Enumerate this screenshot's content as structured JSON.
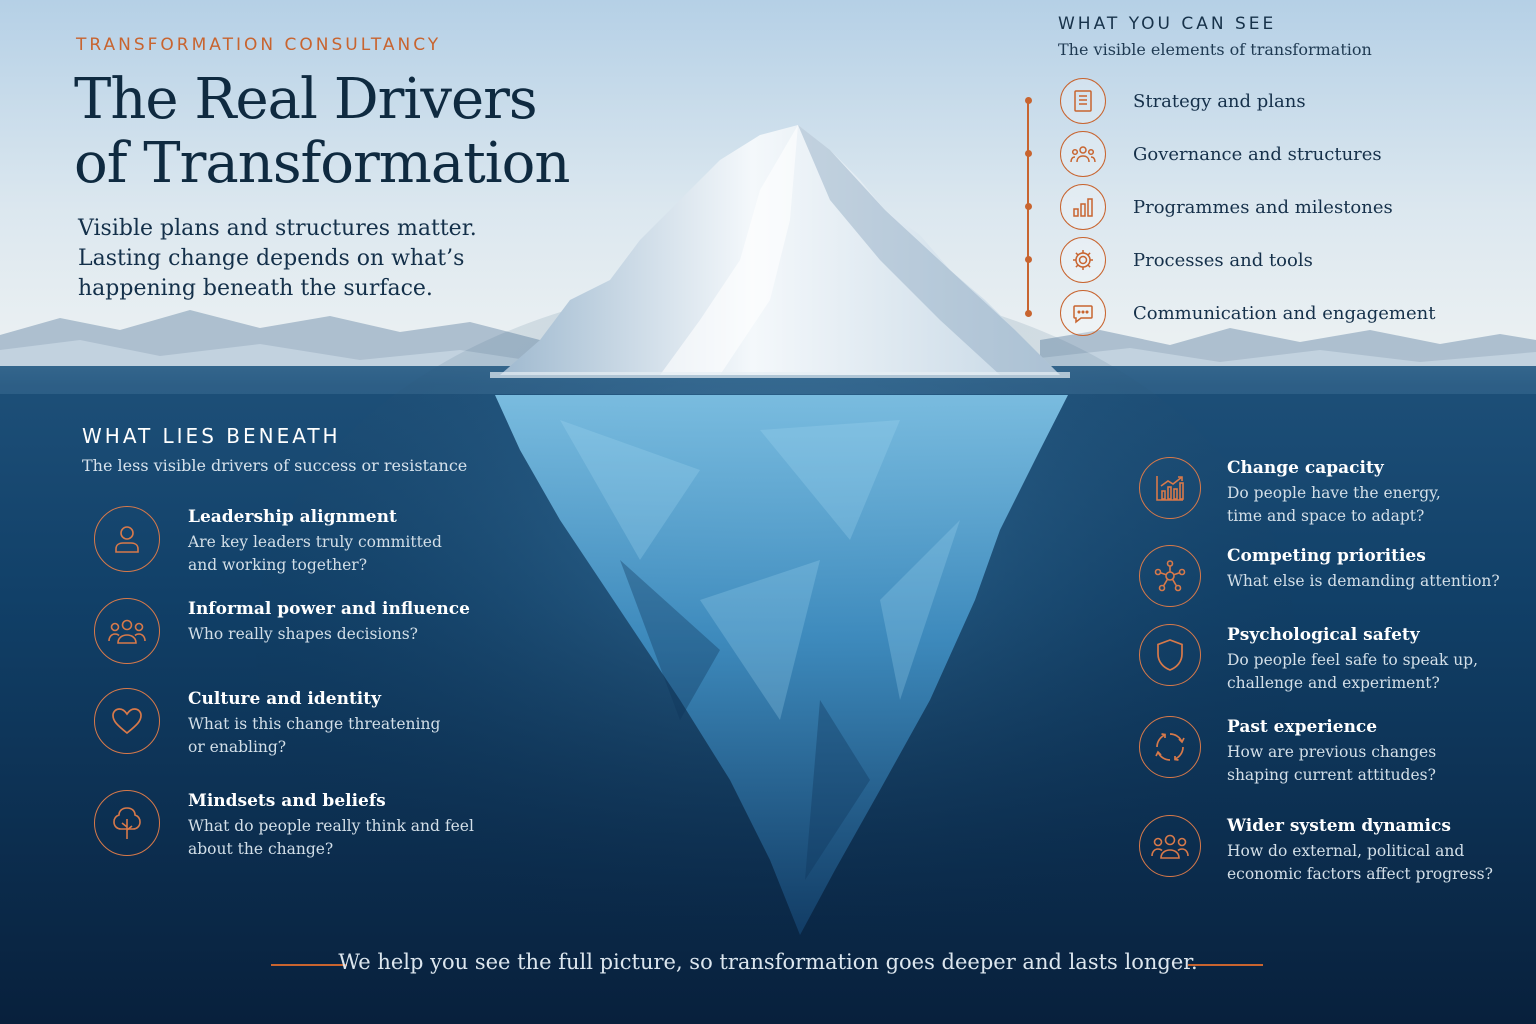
{
  "header": {
    "kicker": "TRANSFORMATION CONSULTANCY",
    "title_line1": "The Real Drivers",
    "title_line2": "of Transformation",
    "intro_line1": "Visible plans and structures matter.",
    "intro_line2": "Lasting change depends on what’s",
    "intro_line3": "happening beneath the surface."
  },
  "above": {
    "heading": "WHAT YOU CAN SEE",
    "subheading": "The visible elements of transformation",
    "items": [
      {
        "label": "Strategy and plans",
        "icon": "document-list-icon"
      },
      {
        "label": "Governance and structures",
        "icon": "people-group-icon"
      },
      {
        "label": "Programmes and milestones",
        "icon": "bar-chart-icon"
      },
      {
        "label": "Processes and tools",
        "icon": "gear-icon"
      },
      {
        "label": "Communication and engagement",
        "icon": "speech-bubble-icon"
      }
    ]
  },
  "beneath": {
    "heading": "WHAT LIES BENEATH",
    "subheading": "The less visible drivers of success or resistance",
    "left": [
      {
        "title": "Leadership alignment",
        "line1": "Are key leaders truly committed",
        "line2": "and working together?",
        "icon": "person-icon"
      },
      {
        "title": "Informal power and influence",
        "line1": "Who really shapes decisions?",
        "line2": "",
        "icon": "people-group-icon"
      },
      {
        "title": "Culture and identity",
        "line1": "What is this change threatening",
        "line2": "or enabling?",
        "icon": "heart-icon"
      },
      {
        "title": "Mindsets and beliefs",
        "line1": "What do people really think and feel",
        "line2": "about the change?",
        "icon": "tree-icon"
      }
    ],
    "right": [
      {
        "title": "Change capacity",
        "line1": "Do people have the energy,",
        "line2": "time and space to adapt?",
        "icon": "growth-chart-icon"
      },
      {
        "title": "Competing priorities",
        "line1": "What else is demanding attention?",
        "line2": "",
        "icon": "network-nodes-icon"
      },
      {
        "title": "Psychological safety",
        "line1": "Do people feel safe to speak up,",
        "line2": "challenge and experiment?",
        "icon": "shield-icon"
      },
      {
        "title": "Past experience",
        "line1": "How are previous changes",
        "line2": "shaping current attitudes?",
        "icon": "cycle-arrows-icon"
      },
      {
        "title": "Wider system dynamics",
        "line1": "How do external, political and",
        "line2": "economic factors affect progress?",
        "icon": "people-group-icon"
      }
    ]
  },
  "footer": {
    "tagline": "We help you see the full picture, so transformation goes deeper and lasts longer."
  },
  "colors": {
    "accent": "#c8642f",
    "title": "#0f2a40",
    "deep_water": "#0a2540",
    "sky": "#c7dbe9"
  }
}
